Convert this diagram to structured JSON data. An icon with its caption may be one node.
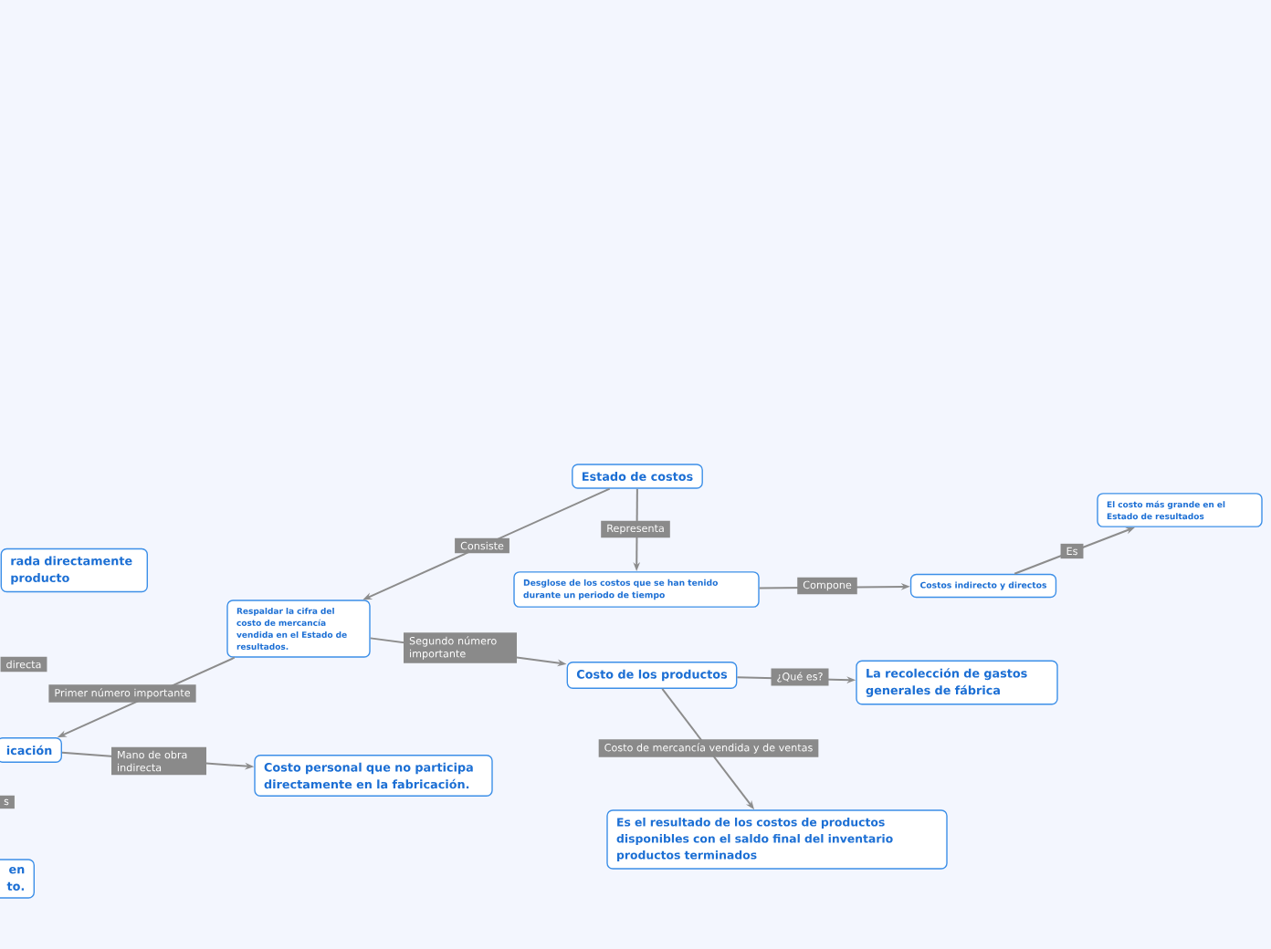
{
  "diagram": {
    "nodes": [
      {
        "text": [
          "Estado de costos"
        ]
      },
      {
        "text": [
          "Respaldar la cifra del costo de mercancía vendida en el Estado de resultados."
        ]
      },
      {
        "text": [
          "Desglose de los costos que se han tenido durante un periodo de tiempo"
        ]
      },
      {
        "text": [
          "Costos indirecto y directos"
        ]
      },
      {
        "text": [
          "El costo más grande en el Estado de resultados"
        ]
      },
      {
        "text": [
          "Costo de los productos"
        ]
      },
      {
        "text": [
          "La recolección de gastos generales de fábrica"
        ]
      },
      {
        "text": [
          "Es el resultado de los costos de productos disponibles con el saldo final del inventario productos terminados"
        ]
      },
      {
        "text": [
          "rada directamente producto"
        ]
      },
      {
        "text": [
          "icación"
        ]
      },
      {
        "text": [
          "Costo personal que no participa directamente en la fabricación."
        ]
      },
      {
        "text": [
          "en to."
        ]
      }
    ],
    "edges": [
      {
        "from": 0,
        "to": 1,
        "arrow": "to",
        "label": "Consiste"
      },
      {
        "from": 0,
        "to": 2,
        "arrow": "to",
        "label": "Representa"
      },
      {
        "from": 2,
        "to": 3,
        "arrow": "to",
        "label": "Compone"
      },
      {
        "from": 3,
        "to": 4,
        "arrow": "to",
        "label": "Es"
      },
      {
        "from": 1,
        "to": 5,
        "arrow": "to",
        "label": "Segundo número importante"
      },
      {
        "from": 5,
        "to": 6,
        "arrow": "to",
        "label": "¿Qué es?"
      },
      {
        "from": 5,
        "to": 7,
        "arrow": "to",
        "label": "Costo de mercancía vendida y de ventas"
      },
      {
        "from": 1,
        "to": 9,
        "arrow": "to",
        "label": "Primer número importante"
      },
      {
        "from": 9,
        "to": 10,
        "arrow": "to",
        "label": "Mano de obra indirecta"
      }
    ],
    "labels": [
      "directa",
      "s"
    ]
  }
}
